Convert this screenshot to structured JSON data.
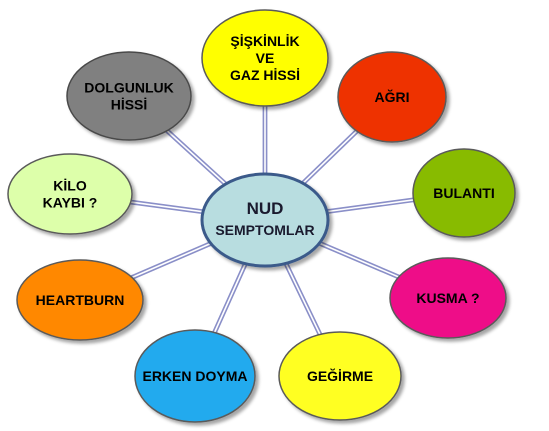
{
  "center": {
    "lines": [
      "NUD",
      "SEMPTOMLAR"
    ],
    "fill": "#b8dde0",
    "stroke": "#3a5a8a"
  },
  "spoke_color": "#8a8fc8",
  "nodes": [
    {
      "id": "siskinlik",
      "lines": [
        "ŞİŞKİNLİK",
        "VE",
        "GAZ HİSSİ"
      ],
      "fill": "#ffff00",
      "stroke": "#5a5a5a"
    },
    {
      "id": "agri",
      "lines": [
        "AĞRI"
      ],
      "fill": "#ee3300",
      "stroke": "#5a5a5a"
    },
    {
      "id": "bulanti",
      "lines": [
        "BULANTI"
      ],
      "fill": "#88bb00",
      "stroke": "#5a5a5a"
    },
    {
      "id": "kusma",
      "lines": [
        "KUSMA ?"
      ],
      "fill": "#ee1188",
      "stroke": "#5a5a5a"
    },
    {
      "id": "gegirme",
      "lines": [
        "GEĞİRME"
      ],
      "fill": "#ffff22",
      "stroke": "#5a5a5a"
    },
    {
      "id": "erken-doyma",
      "lines": [
        "ERKEN DOYMA"
      ],
      "fill": "#22aaee",
      "stroke": "#5a5a5a"
    },
    {
      "id": "heartburn",
      "lines": [
        "HEARTBURN"
      ],
      "fill": "#ff8800",
      "stroke": "#5a5a5a"
    },
    {
      "id": "kilo-kaybi",
      "lines": [
        "KİLO",
        "KAYBI ?"
      ],
      "fill": "#ddffaa",
      "stroke": "#5a5a5a"
    },
    {
      "id": "dolgunluk",
      "lines": [
        "DOLGUNLUK",
        "HİSSİ"
      ],
      "fill": "#808080",
      "stroke": "#4a4a4a"
    }
  ]
}
